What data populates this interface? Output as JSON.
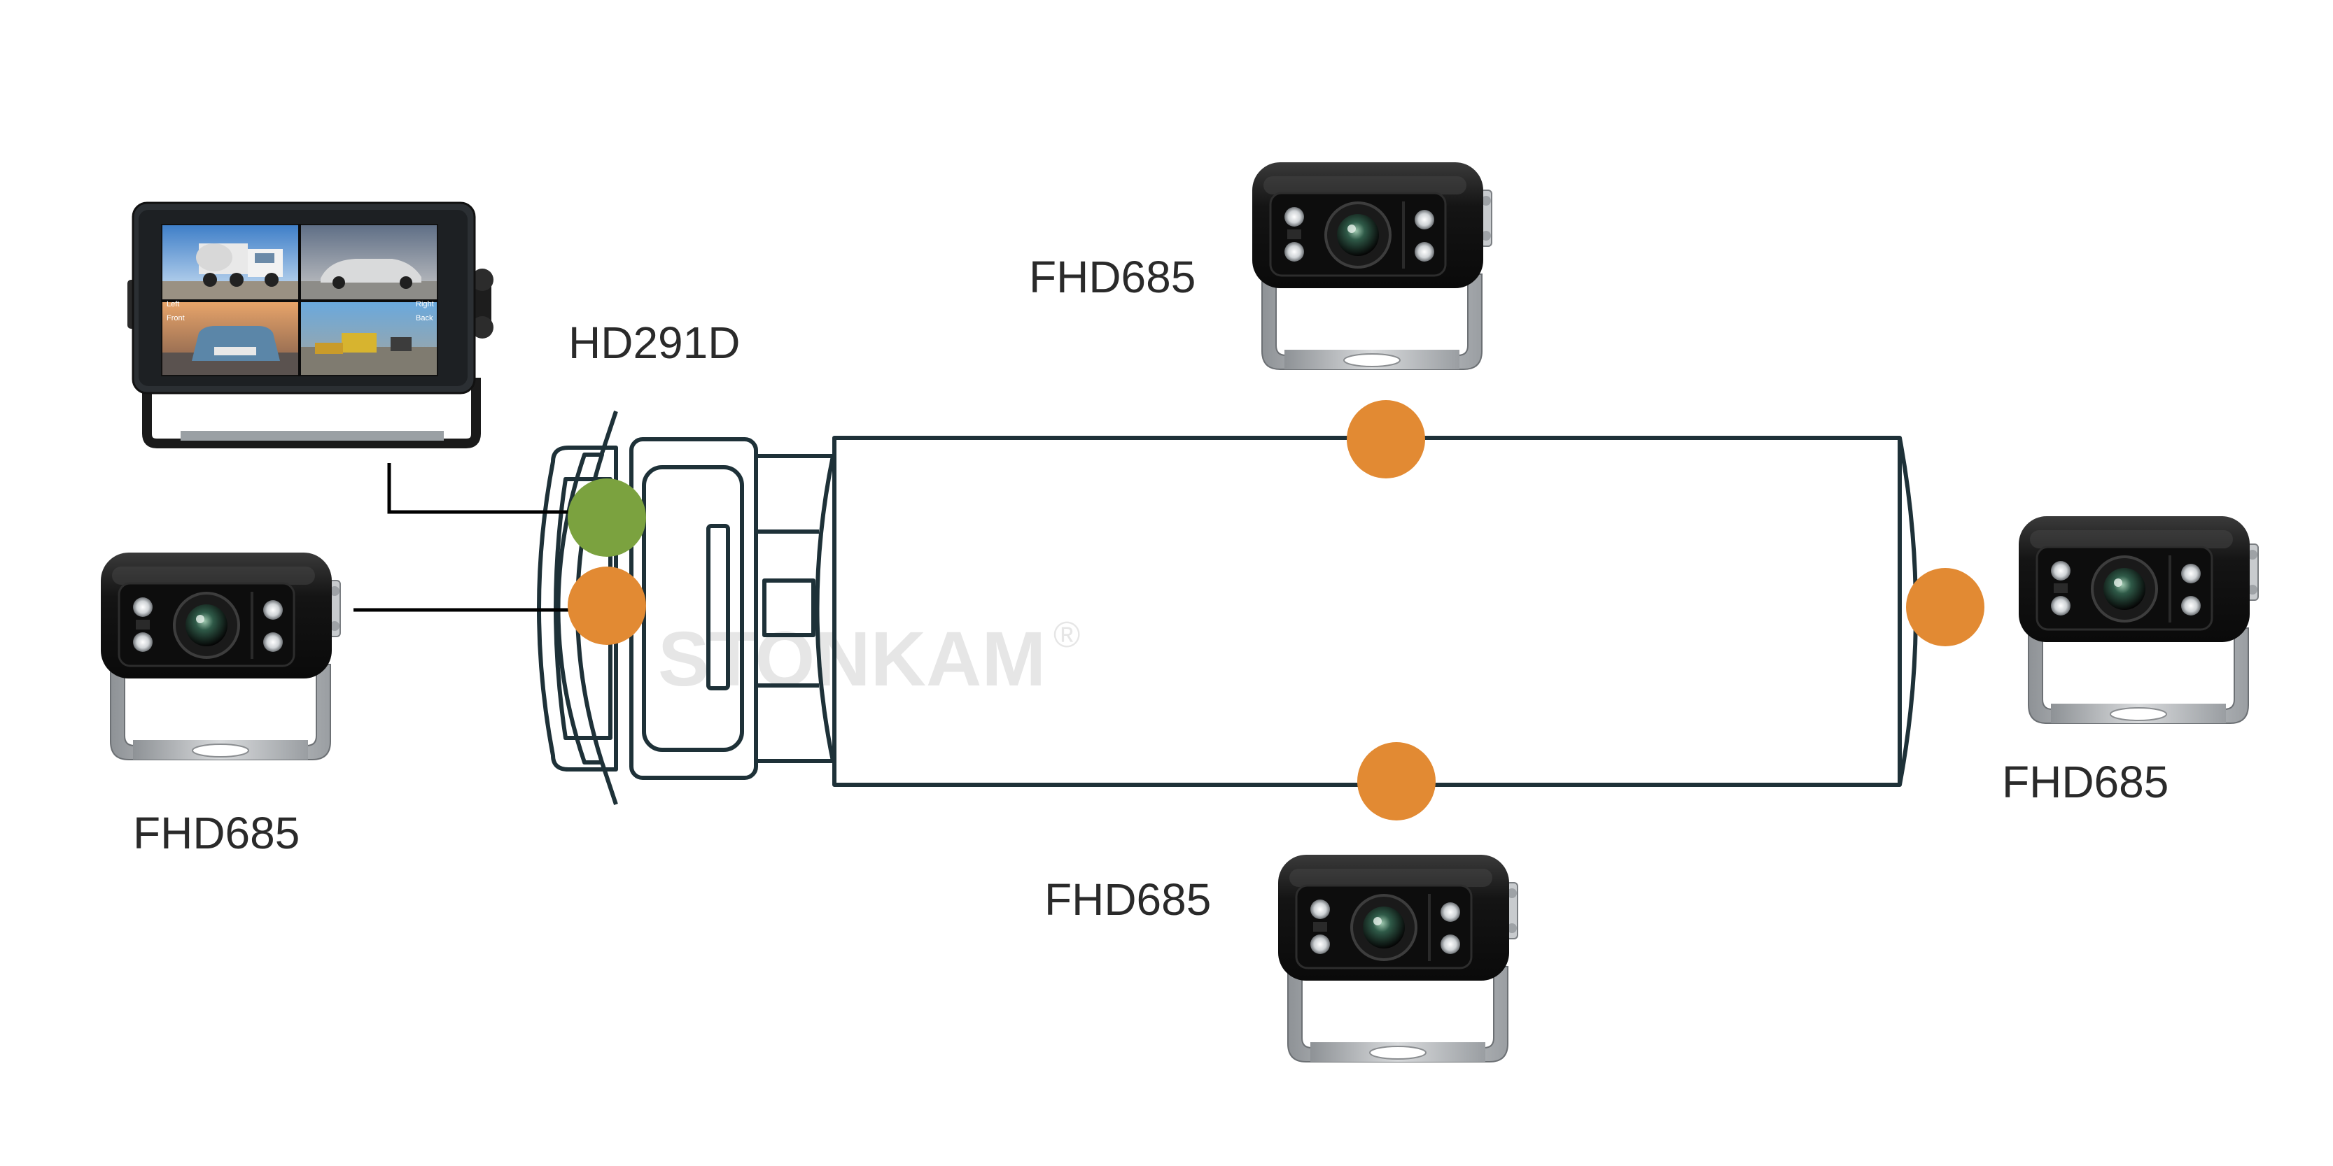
{
  "watermark": {
    "brand": "STONKAM",
    "mark": "®"
  },
  "monitor": {
    "model": "HD291D",
    "screen_labels": [
      "Left",
      "Right",
      "Front",
      "Back"
    ],
    "colors": {
      "frame": "#2b2f33",
      "bracket": "#1a1a1a"
    }
  },
  "cameras": [
    {
      "id": "cam-front",
      "model": "FHD685"
    },
    {
      "id": "cam-side-top",
      "model": "FHD685"
    },
    {
      "id": "cam-side-bottom",
      "model": "FHD685"
    },
    {
      "id": "cam-rear",
      "model": "FHD685"
    }
  ],
  "colors": {
    "vehicle_outline": "#1e3138",
    "monitor_dot": "#7ba23f",
    "camera_dot": "#e28a33",
    "camera_body": "#1b1b1b",
    "bracket_metal": "#b9bcbf",
    "text": "#2a2a2a"
  }
}
